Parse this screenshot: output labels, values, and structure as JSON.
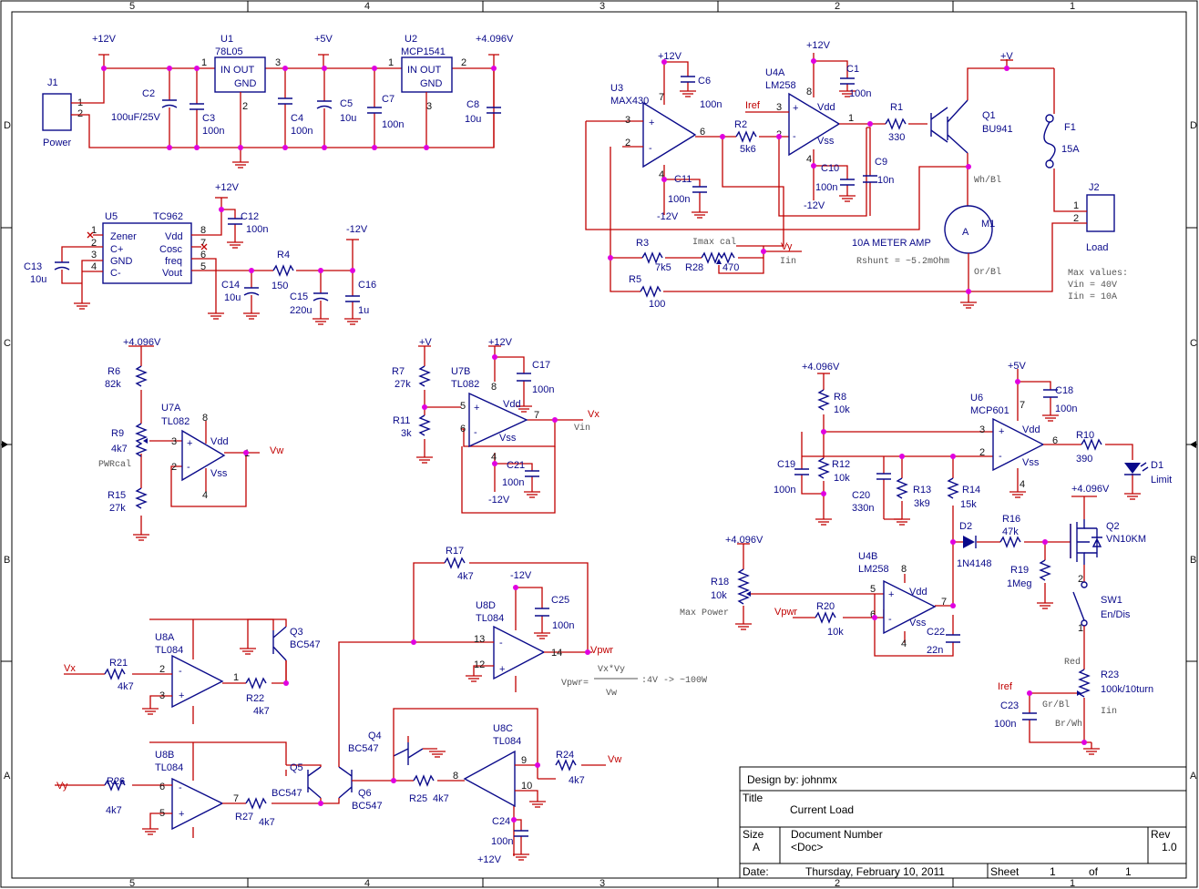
{
  "border": {
    "cols": [
      "5",
      "4",
      "3",
      "2",
      "1"
    ],
    "rows": [
      "D",
      "C",
      "B",
      "A"
    ]
  },
  "title_block": {
    "designer": "Design by: johnmx",
    "title_label": "Title",
    "title": "Current Load",
    "size_label": "Size",
    "size": "A",
    "docnum_label": "Document Number",
    "docnum": "<Doc>",
    "rev_label": "Rev",
    "rev": "1.0",
    "date_label": "Date:",
    "date": "Thursday, February 10, 2011",
    "sheet_label": "Sheet",
    "sheet": "1",
    "of_label": "of",
    "of": "1"
  },
  "power": {
    "j1": "J1",
    "j1_name": "Power",
    "pin1": "1",
    "pin2": "2",
    "v12": "+12V",
    "v5": "+5V",
    "v4096": "+4.096V",
    "c2": "C2",
    "c2_val": "100uF/25V",
    "c3": "C3",
    "c3_val": "100n",
    "u1": "U1",
    "u1_part": "78L05",
    "u1_io": "IN OUT",
    "u1_gnd": "GND",
    "u1_p1": "1",
    "u1_p2": "2",
    "u1_p3": "3",
    "c4": "C4",
    "c4_val": "100n",
    "c5": "C5",
    "c5_val": "10u",
    "c7": "C7",
    "c7_val": "100n",
    "u2": "U2",
    "u2_part": "MCP1541",
    "u2_io": "IN OUT",
    "u2_gnd": "GND",
    "u2_p1": "1",
    "u2_p2": "2",
    "u2_p3": "3",
    "c8": "C8",
    "c8_val": "10u"
  },
  "tc962": {
    "v12": "+12V",
    "vm12": "-12V",
    "u5": "U5",
    "part": "TC962",
    "pins_left": [
      "Zener",
      "C+",
      "GND",
      "C-"
    ],
    "pins_right": [
      "Vdd",
      "Cosc",
      "freq",
      "Vout"
    ],
    "nums_left": [
      "1",
      "2",
      "3",
      "4"
    ],
    "nums_right": [
      "8",
      "7",
      "6",
      "5"
    ],
    "c12": "C12",
    "c12_val": "100n",
    "c13": "C13",
    "c13_val": "10u",
    "c14": "C14",
    "c14_val": "10u",
    "r4": "R4",
    "r4_val": "150",
    "c15": "C15",
    "c15_val": "220u",
    "c16": "C16",
    "c16_val": "1u"
  },
  "main_stage": {
    "v12": "+12V",
    "vm12": "-12V",
    "vplus": "+V",
    "u3": "U3",
    "u3_part": "MAX430",
    "c6": "C6",
    "c6_val": "100n",
    "c11": "C11",
    "c11_val": "100n",
    "r2": "R2",
    "r2_val": "5k6",
    "u4a": "U4A",
    "u4a_part": "LM258",
    "iref": "Iref",
    "c1": "C1",
    "c1_val": "100n",
    "c10": "C10",
    "c10_val": "100n",
    "c9": "C9",
    "c9_val": "10n",
    "r1": "R1",
    "r1_val": "330",
    "q1": "Q1",
    "q1_part": "BU941",
    "f1": "F1",
    "f1_val": "15A",
    "j2": "J2",
    "j2_name": "Load",
    "m1": "M1",
    "meter": "A",
    "meter_title": "10A METER AMP",
    "rshunt": "Rshunt = ~5.2mOhm",
    "whbl": "Wh/Bl",
    "orbl": "Or/Bl",
    "r3": "R3",
    "r3_val": "7k5",
    "r28": "R28",
    "r28_val": "470",
    "imax": "Imax cal",
    "vy": "Vy",
    "iin": "Iin",
    "r5": "R5",
    "r5_val": "100",
    "max_values": [
      "Max values:",
      "Vin = 40V",
      "Iin = 10A"
    ],
    "vdd": "Vdd",
    "vss": "Vss"
  },
  "pwr_set": {
    "v4096": "+4.096V",
    "r6": "R6",
    "r6_val": "82k",
    "r9": "R9",
    "r9_val": "4k7",
    "r9_note": "PWRcal",
    "r15": "R15",
    "r15_val": "27k",
    "u7a": "U7A",
    "u7a_part": "TL082",
    "vw": "Vw"
  },
  "vin_sense": {
    "vplus": "+V",
    "v12": "+12V",
    "vm12": "-12V",
    "r7": "R7",
    "r7_val": "27k",
    "r11": "R11",
    "r11_val": "3k",
    "u7b": "U7B",
    "u7b_part": "TL082",
    "c17": "C17",
    "c17_val": "100n",
    "c21": "C21",
    "c21_val": "100n",
    "vx": "Vx",
    "vin": "Vin"
  },
  "multiplier": {
    "vx": "Vx",
    "vy": "Vy",
    "vw": "Vw",
    "vpwr": "Vpwr",
    "u8a": "U8A",
    "u8b": "U8B",
    "u8c": "U8C",
    "u8d": "U8D",
    "part": "TL084",
    "r21": "R21",
    "r21_val": "4k7",
    "r22": "R22",
    "r22_val": "4k7",
    "r26": "R26",
    "r26_val": "4k7",
    "r27": "R27",
    "r27_val": "4k7",
    "r17": "R17",
    "r17_val": "4k7",
    "r25": "R25",
    "r25_val": "4k7",
    "r24": "R24",
    "r24_val": "4k7",
    "q3": "Q3",
    "q4": "Q4",
    "q5": "Q5",
    "q6": "Q6",
    "bc547": "BC547",
    "c25": "C25",
    "c25_val": "100n",
    "c24": "C24",
    "c24_val": "100n",
    "vm12": "-12V",
    "v12": "+12V",
    "formula_lhs": "Vpwr=",
    "formula_num": "Vx*Vy",
    "formula_den": "Vw",
    "formula_note": ":4V -> ~100W"
  },
  "limiter": {
    "v4096": "+4.096V",
    "v5": "+5V",
    "r8": "R8",
    "r8_val": "10k",
    "c19": "C19",
    "c19_val": "100n",
    "r12": "R12",
    "r12_val": "10k",
    "c20": "C20",
    "c20_val": "330n",
    "r13": "R13",
    "r13_val": "3k9",
    "r14": "R14",
    "r14_val": "15k",
    "u6": "U6",
    "u6_part": "MCP601",
    "c18": "C18",
    "c18_val": "100n",
    "r10": "R10",
    "r10_val": "390",
    "d1": "D1",
    "d1_name": "Limit",
    "d2": "D2",
    "d2_part": "1N4148",
    "r16": "R16",
    "r16_val": "47k",
    "q2": "Q2",
    "q2_part": "VN10KM",
    "r19": "R19",
    "r19_val": "1Meg",
    "r18": "R18",
    "r18_val": "10k",
    "r18_note": "Max Power",
    "u4b": "U4B",
    "u4b_part": "LM258",
    "vpwr": "Vpwr",
    "r20": "R20",
    "r20_val": "10k",
    "c22": "C22",
    "c22_val": "22n",
    "sw1": "SW1",
    "sw1_name": "En/Dis",
    "iref": "Iref",
    "r23": "R23",
    "r23_val": "100k/10turn",
    "c23": "C23",
    "c23_val": "100n",
    "red": "Red",
    "grbl": "Gr/Bl",
    "brwh": "Br/Wh",
    "iin": "Iin"
  }
}
